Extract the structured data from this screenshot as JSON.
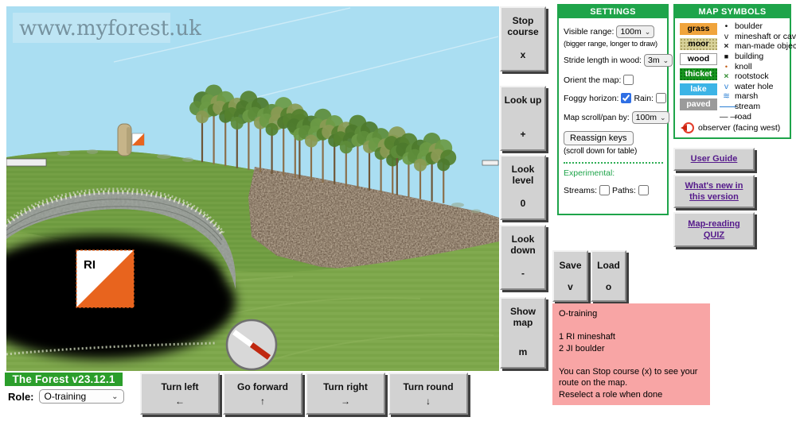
{
  "watermark": "www.myforest.uk",
  "scene": {
    "control_flag_code": "RI"
  },
  "view_buttons": [
    {
      "label": "Stop course",
      "key": "x"
    },
    {
      "label": "Look up",
      "key": "+"
    },
    {
      "label": "Look level",
      "key": "0"
    },
    {
      "label": "Look down",
      "key": "-"
    },
    {
      "label": "Show map",
      "key": "m"
    }
  ],
  "settings": {
    "title": "SETTINGS",
    "visible_range_label": "Visible range:",
    "visible_range_value": "100m",
    "visible_range_hint": "(bigger range, longer to draw)",
    "stride_label": "Stride length in wood:",
    "stride_value": "3m",
    "orient_label": "Orient the map:",
    "orient_checked": false,
    "foggy_label": "Foggy horizon:",
    "foggy_checked": true,
    "rain_label": "Rain:",
    "rain_checked": false,
    "map_scroll_label": "Map scroll/pan by:",
    "map_scroll_value": "100m",
    "reassign_label": "Reassign keys",
    "reassign_hint": "(scroll down for table)",
    "experimental_label": "Experimental:",
    "streams_label": "Streams:",
    "streams_checked": false,
    "paths_label": "Paths:",
    "paths_checked": false
  },
  "map_symbols": {
    "title": "MAP SYMBOLS",
    "terrains": [
      {
        "label": "grass",
        "color": "#f0a43c",
        "text_color": "#000000"
      },
      {
        "label": "moor",
        "color": "#d8d29a",
        "text_color": "#000000"
      },
      {
        "label": "wood",
        "color": "#ffffff",
        "text_color": "#000000"
      },
      {
        "label": "thicket",
        "color": "#17961f",
        "text_color": "#ffffff"
      },
      {
        "label": "lake",
        "color": "#3cb4e6",
        "text_color": "#ffffff"
      },
      {
        "label": "paved",
        "color": "#9b9b9b",
        "text_color": "#ffffff"
      }
    ],
    "symbols": [
      {
        "glyph": "•",
        "label": "boulder"
      },
      {
        "glyph": "v",
        "label": "mineshaft or cave"
      },
      {
        "glyph": "×",
        "label": "man-made object"
      },
      {
        "glyph": "■",
        "label": "building"
      },
      {
        "glyph": "•",
        "label": "knoll"
      },
      {
        "glyph": "×",
        "label": "rootstock"
      },
      {
        "glyph": "v",
        "label": "water hole"
      },
      {
        "glyph": "≋",
        "label": "marsh"
      },
      {
        "glyph": "——",
        "label": "stream"
      },
      {
        "glyph": "— —",
        "label": "road"
      },
      {
        "label": "observer (facing west)"
      }
    ]
  },
  "links": [
    {
      "label": "User Guide"
    },
    {
      "label": "What's new in this version"
    },
    {
      "label": "Map-reading QUIZ"
    }
  ],
  "file_buttons": [
    {
      "label": "Save",
      "key": "v"
    },
    {
      "label": "Load",
      "key": "o"
    }
  ],
  "message": "O-training\n\n1 RI mineshaft\n2 JI boulder\n\nYou can Stop course (x) to see your route on the map.\nReselect a role when done",
  "footer": {
    "app_title": "The Forest v23.12.1",
    "role_label": "Role:",
    "role_value": "O-training"
  },
  "move_buttons": [
    {
      "label": "Turn left",
      "key": "←"
    },
    {
      "label": "Go forward",
      "key": "↑"
    },
    {
      "label": "Turn right",
      "key": "→"
    },
    {
      "label": "Turn round",
      "key": "↓"
    }
  ],
  "colors": {
    "panel_green": "#1ea44a",
    "footer_green": "#2b9e2b",
    "link_purple": "#551a8b",
    "message_pink": "#f8a5a5",
    "flag_orange": "#e8641e"
  }
}
